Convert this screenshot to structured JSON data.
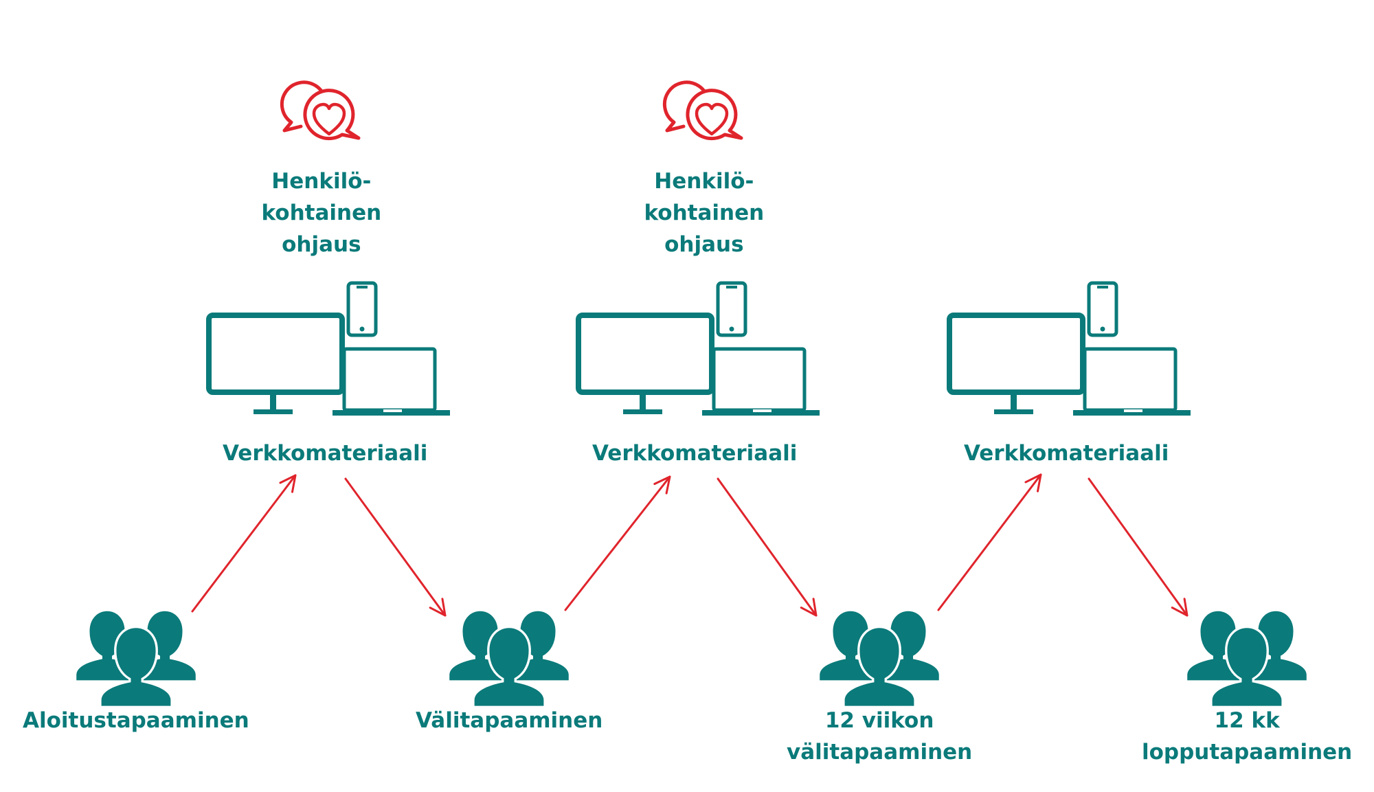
{
  "colors": {
    "teal": "#0b7a7a",
    "red": "#e0242c",
    "background": "#ffffff"
  },
  "icons": {
    "guidance": "chat-heart-icon",
    "material": "devices-icon",
    "meeting": "people-group-icon",
    "flow": "arrow-icon"
  },
  "guidance": [
    {
      "lines": [
        "Henkilö-",
        "kohtainen",
        "ohjaus"
      ]
    },
    {
      "lines": [
        "Henkilö-",
        "kohtainen",
        "ohjaus"
      ]
    }
  ],
  "materials": [
    {
      "label": "Verkkomateriaali"
    },
    {
      "label": "Verkkomateriaali"
    },
    {
      "label": "Verkkomateriaali"
    }
  ],
  "meetings": [
    {
      "lines": [
        "Aloitustapaaminen"
      ]
    },
    {
      "lines": [
        "Välitapaaminen"
      ]
    },
    {
      "lines": [
        "12 viikon",
        "välitapaaminen"
      ]
    },
    {
      "lines": [
        "12 kk",
        "lopputapaaminen"
      ]
    }
  ]
}
